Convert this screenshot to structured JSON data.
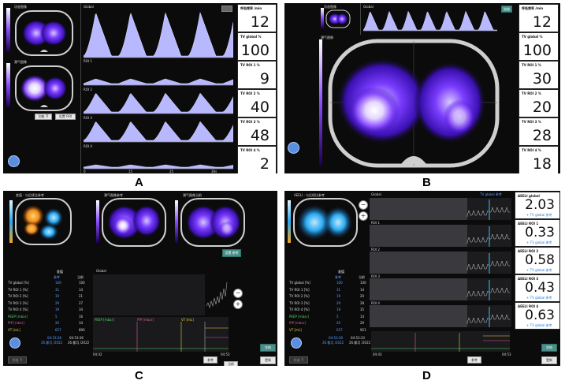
{
  "labels": {
    "a": "A",
    "b": "B",
    "c": "C",
    "d": "D"
  },
  "panelA": {
    "img_top_title": "功态图像",
    "img_bottom_title": "潮气图像",
    "trace_global": "Global",
    "trace_rois": [
      "ROI 1",
      "ROI 2",
      "ROI 3",
      "ROI 4"
    ],
    "btn_left": "功能 TI",
    "btn_right": "设置 ROI",
    "axis_ticks": [
      "0",
      "15",
      "25",
      "30s"
    ],
    "metrics": [
      {
        "label": "呼吸频率",
        "unit": "/min",
        "value": "12"
      },
      {
        "label": "TV global",
        "unit": "%",
        "value": "100"
      },
      {
        "label": "TV ROI 1",
        "unit": "%",
        "value": "9"
      },
      {
        "label": "TV ROI 2",
        "unit": "%",
        "value": "40"
      },
      {
        "label": "TV ROI 3",
        "unit": "%",
        "value": "48"
      },
      {
        "label": "TV ROI 4",
        "unit": "%",
        "value": "2"
      }
    ]
  },
  "panelB": {
    "img_top_title": "功态图像",
    "trace_global": "Global",
    "big_title": "潮气图像",
    "btn_top": "冻结",
    "metrics": [
      {
        "label": "呼吸频率",
        "unit": "/min",
        "value": "12"
      },
      {
        "label": "TV global",
        "unit": "%",
        "value": "100"
      },
      {
        "label": "TV ROI 1",
        "unit": "%",
        "value": "30"
      },
      {
        "label": "TV ROI 2",
        "unit": "%",
        "value": "20"
      },
      {
        "label": "TV ROI 3",
        "unit": "%",
        "value": "28"
      },
      {
        "label": "TV ROI 4",
        "unit": "%",
        "value": "18"
      }
    ]
  },
  "panelC": {
    "img1_title": "差值 · 与后续比参考",
    "img2_title": "潮气图像参考",
    "img3_title": "潮气图像当前",
    "btn_set_ref": "设置 参考",
    "table_header": [
      "",
      "参考",
      "当前"
    ],
    "table_top_header": "差值",
    "table_rows": [
      {
        "name": "TV global [%]",
        "ref": "100",
        "cur": "100",
        "color": "#dddddd"
      },
      {
        "name": "TV ROI 1 [%]",
        "ref": "31",
        "cur": "14",
        "color": "#dddddd"
      },
      {
        "name": "TV ROI 2 [%]",
        "ref": "19",
        "cur": "21",
        "color": "#dddddd"
      },
      {
        "name": "TV ROI 3 [%]",
        "ref": "29",
        "cur": "27",
        "color": "#dddddd"
      },
      {
        "name": "TV ROI 4 [%]",
        "ref": "19",
        "cur": "34",
        "color": "#dddddd"
      },
      {
        "name": "PEEP [mbar]",
        "ref": "5",
        "cur": "16",
        "color": "#4cd964"
      },
      {
        "name": "PIP [mbar]",
        "ref": "20",
        "cur": "34",
        "color": "#e05aa0"
      },
      {
        "name": "VT [mL]",
        "ref": "657",
        "cur": "890",
        "color": "#e8d040"
      }
    ],
    "time_row": [
      "04:53:28",
      "04:53:36"
    ],
    "date_row": [
      "26.都月 /2022",
      "26.都月 /2022"
    ],
    "trend_title": "Global",
    "trend_legend": [
      "PEEP [mbar]",
      "PIP [mbar]",
      "VT [mL]"
    ],
    "trend_times": [
      "04:42",
      "04:53"
    ],
    "btn_bottom_left": "频道 TI",
    "btn_ref": "参考",
    "btn_current": "当前",
    "btn_right_top": "冻结",
    "btn_right_bottom": "更新"
  },
  "panelD": {
    "img_title": "AEELI · 与后续比参考",
    "trace_global": "Global",
    "trace_rois": [
      "ROI 1",
      "ROI 2",
      "ROI 3",
      "ROI 4"
    ],
    "trace_legend": "TV global 参考",
    "metrics": [
      {
        "label": "AEELI global",
        "value": "2.03",
        "sub": "+ TV global 参考"
      },
      {
        "label": "AEELI ROI 1",
        "value": "0.33",
        "sub": "+ TV global 参考"
      },
      {
        "label": "AEELI ROI 2",
        "value": "0.58",
        "sub": "+ TV global 参考"
      },
      {
        "label": "AEELI ROI 3",
        "value": "0.43",
        "sub": "+ TV global 参考"
      },
      {
        "label": "AEELI ROI 4",
        "value": "0.63",
        "sub": "+ TV global 参考"
      }
    ],
    "table_header": [
      "",
      "参考",
      "当前"
    ],
    "table_top_header": "差值",
    "table_rows": [
      {
        "name": "TV global [%]",
        "ref": "100",
        "cur": "100",
        "color": "#dddddd"
      },
      {
        "name": "TV ROI 1 [%]",
        "ref": "31",
        "cur": "14",
        "color": "#dddddd"
      },
      {
        "name": "TV ROI 2 [%]",
        "ref": "19",
        "cur": "20",
        "color": "#dddddd"
      },
      {
        "name": "TV ROI 3 [%]",
        "ref": "29",
        "cur": "28",
        "color": "#dddddd"
      },
      {
        "name": "TV ROI 4 [%]",
        "ref": "19",
        "cur": "35",
        "color": "#dddddd"
      },
      {
        "name": "PEEP [mbar]",
        "ref": "5",
        "cur": "14",
        "color": "#4cd964"
      },
      {
        "name": "PIP [mbar]",
        "ref": "20",
        "cur": "29",
        "color": "#e05aa0"
      },
      {
        "name": "VT [mL]",
        "ref": "657",
        "cur": "921",
        "color": "#e8d040"
      }
    ],
    "time_row": [
      "04:53:28",
      "04:53:33"
    ],
    "date_row": [
      "26.都月 /2022",
      "26.都月 /2022"
    ],
    "trend_times": [
      "04:43",
      "04:53"
    ],
    "btn_bottom_left": "频道 TI",
    "btn_ref": "参考",
    "btn_right_top": "冻结",
    "btn_right_bottom": "更新"
  }
}
